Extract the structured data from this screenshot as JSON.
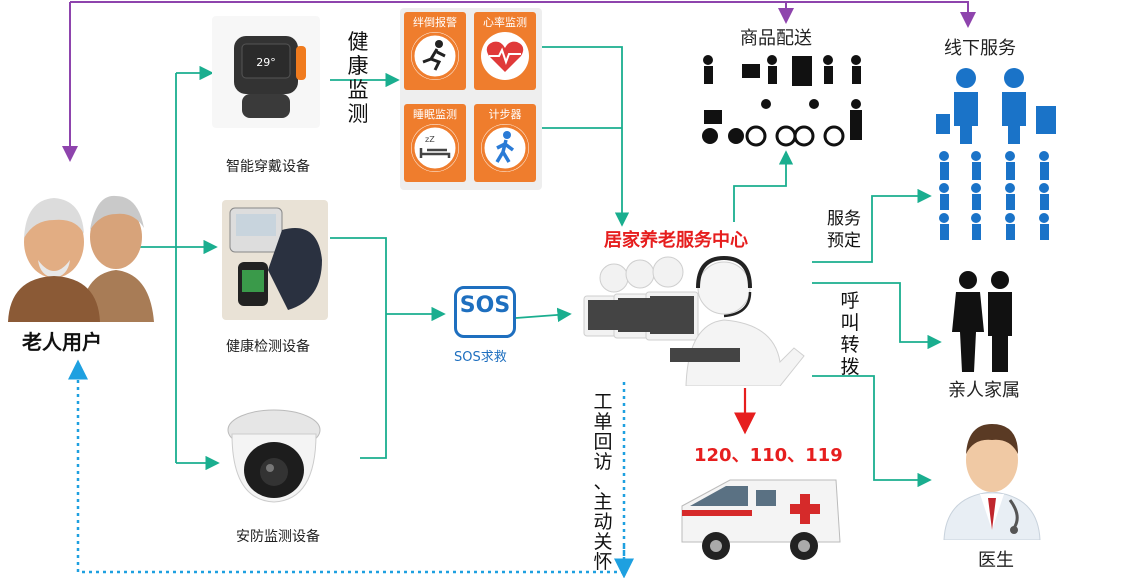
{
  "elder": {
    "label": "老人用户"
  },
  "devices": {
    "wearable": "智能穿戴设备",
    "health": "健康检测设备",
    "security": "安防监测设备"
  },
  "health_monitor": {
    "vertical_label": [
      "健",
      "康",
      "监",
      "测"
    ],
    "tiles": [
      {
        "label": "绊倒报警",
        "icon": "fall-alarm-icon"
      },
      {
        "label": "心率监测",
        "icon": "heart-rate-icon"
      },
      {
        "label": "睡眠监测",
        "icon": "sleep-icon"
      },
      {
        "label": "计步器",
        "icon": "pedometer-icon"
      }
    ]
  },
  "sos": {
    "badge": "SOS",
    "label": "SOS求救"
  },
  "center": {
    "title": "居家养老服务中心"
  },
  "emergency": {
    "numbers": "120、110、119"
  },
  "delivery": {
    "label": "商品配送"
  },
  "offline": {
    "label": "线下服务"
  },
  "service_booking": [
    "服务",
    "预定"
  ],
  "call_transfer": [
    "呼",
    "叫",
    "转",
    "拨"
  ],
  "family": {
    "label": "亲人家属"
  },
  "doctor": {
    "label": "医生"
  },
  "followup": [
    "工",
    "单",
    "回",
    "访",
    "、",
    "主",
    "动",
    "关",
    "怀"
  ],
  "colors": {
    "teal": "#1aae8f",
    "purple": "#8e44ad",
    "blue_dots": "#1ea0e0",
    "red": "#e61e1e",
    "orange": "#ef7d2d"
  }
}
